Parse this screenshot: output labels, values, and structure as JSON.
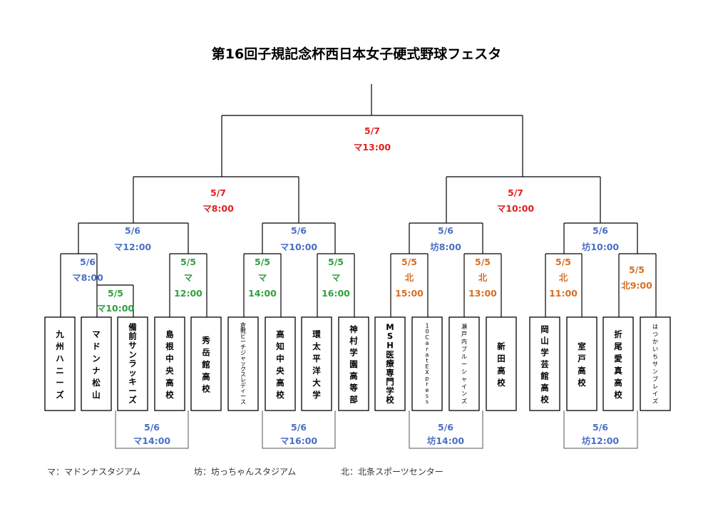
{
  "title": "第16回子規記念杯西日本女子硬式野球フェスタ",
  "colors": {
    "red": "#e02020",
    "blue": "#4a6fc4",
    "green": "#30a040",
    "orange": "#d86e20"
  },
  "teams": [
    "九州ハニーズ",
    "マドンナ松山",
    "備前サンラッキーズ",
    "島根中央高校",
    "秀岳館高校",
    "倉敷ビーチジャックスレディース",
    "高知中央高校",
    "環太平洋大学",
    "神村学園高等部",
    "MSH医療専門学校",
    "10CaratEXpress",
    "瀬戸内ブルーシャインズ",
    "新田高校",
    "岡山学芸館高校",
    "室戸高校",
    "折尾愛真高校",
    "はつかいちサンブレイズ"
  ],
  "matches": {
    "final": {
      "date": "5/7",
      "time": "マ13:00"
    },
    "sf_left": {
      "date": "5/7",
      "time": "マ8:00"
    },
    "sf_right": {
      "date": "5/7",
      "time": "マ10:00"
    },
    "qf1": {
      "date": "5/6",
      "time": "マ12:00"
    },
    "qf2": {
      "date": "5/6",
      "time": "マ10:00"
    },
    "qf3": {
      "date": "5/6",
      "time": "坊8:00"
    },
    "qf4": {
      "date": "5/6",
      "time": "坊10:00"
    },
    "r2_a": {
      "date": "5/6",
      "time": "マ8:00"
    },
    "r1_a": {
      "date": "5/5",
      "time": "マ10:00"
    },
    "r1_b": {
      "date": "5/5",
      "venue": "マ",
      "time": "12:00"
    },
    "r1_c": {
      "date": "5/5",
      "venue": "マ",
      "time": "14:00"
    },
    "r1_d": {
      "date": "5/5",
      "venue": "マ",
      "time": "16:00"
    },
    "r1_e": {
      "date": "5/5",
      "venue": "北",
      "time": "15:00"
    },
    "r1_f": {
      "date": "5/5",
      "venue": "北",
      "time": "13:00"
    },
    "r1_g": {
      "date": "5/5",
      "venue": "北",
      "time": "11:00"
    },
    "r1_h": {
      "date": "5/5",
      "time": "北9:00"
    }
  },
  "consolation": [
    {
      "date": "5/6",
      "time": "マ14:00"
    },
    {
      "date": "5/6",
      "time": "マ16:00"
    },
    {
      "date": "5/6",
      "time": "坊14:00"
    },
    {
      "date": "5/6",
      "time": "坊12:00"
    }
  ],
  "legend": [
    "マ：マドンナスタジアム",
    "坊：坊っちゃんスタジアム",
    "北：北条スポーツセンター"
  ]
}
